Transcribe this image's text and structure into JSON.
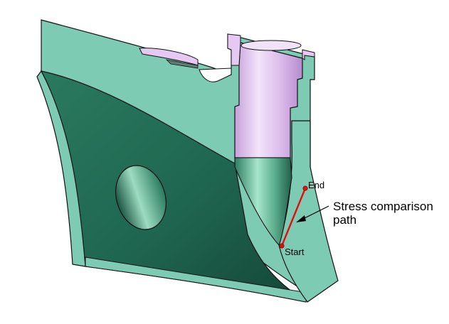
{
  "labels": {
    "end": "End",
    "start": "Start",
    "callout_line1": "Stress comparison",
    "callout_line2": "path"
  },
  "colors": {
    "body_face": "#7dcbb2",
    "body_dark": "#1c5a46",
    "body_mid": "#2f7e63",
    "bore_light": "#9fe0c6",
    "sleeve": "#e6c9f2",
    "sleeve_dark": "#b88fd0",
    "path_line": "#e01010",
    "outline": "#111111"
  }
}
